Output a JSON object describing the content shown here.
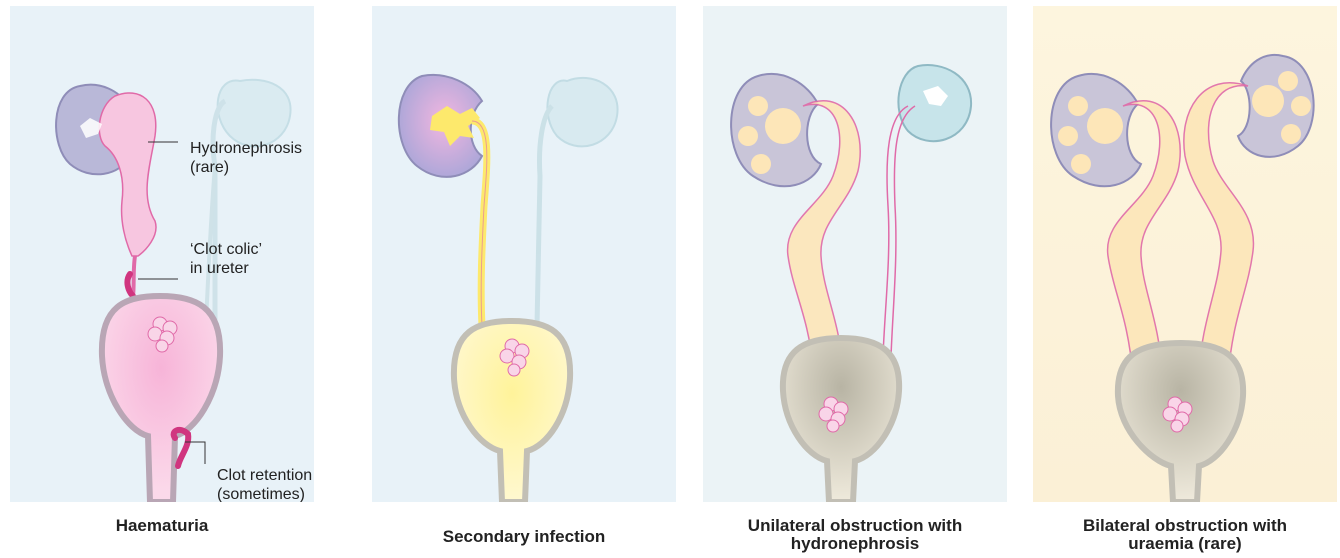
{
  "panels": [
    {
      "caption": "Haematuria",
      "labels": {
        "hydronephrosis_line1": "Hydronephrosis",
        "hydronephrosis_line2": "(rare)",
        "clot_colic_line1": "‘Clot colic’",
        "clot_colic_line2": "in ureter",
        "clot_retention_line1": "Clot retention",
        "clot_retention_line2": "(sometimes)"
      }
    },
    {
      "caption": "Secondary infection"
    },
    {
      "caption_line1": "Unilateral obstruction with",
      "caption_line2": "hydronephrosis"
    },
    {
      "caption_line1": "Bilateral obstruction with",
      "caption_line2": "uraemia (rare)"
    }
  ],
  "colors": {
    "panel_bg": "#e8f2f8",
    "panel_bg_warm": "#fbf2dc",
    "kidney_blue": "#b9b8d8",
    "kidney_faded": "#cfe6ec",
    "pink": "#f4c6e0",
    "pink_outline": "#e06aa8",
    "yellow": "#fde96c",
    "peach": "#fde6b8",
    "bladder_grey": "#d8d5c8",
    "clot_magenta": "#d0357f",
    "text": "#222222"
  }
}
